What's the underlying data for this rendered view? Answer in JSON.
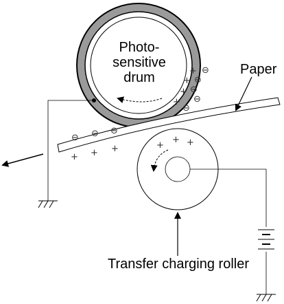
{
  "labels": {
    "drum_line1": "Photo-",
    "drum_line2": "sensitive",
    "drum_line3": "drum",
    "paper": "Paper",
    "roller": "Transfer charging roller"
  },
  "symbols": {
    "minus": "⊖",
    "plus": "+"
  },
  "colors": {
    "stroke": "#000000",
    "drum_ring": "#9a9a9a",
    "background": "#ffffff"
  }
}
